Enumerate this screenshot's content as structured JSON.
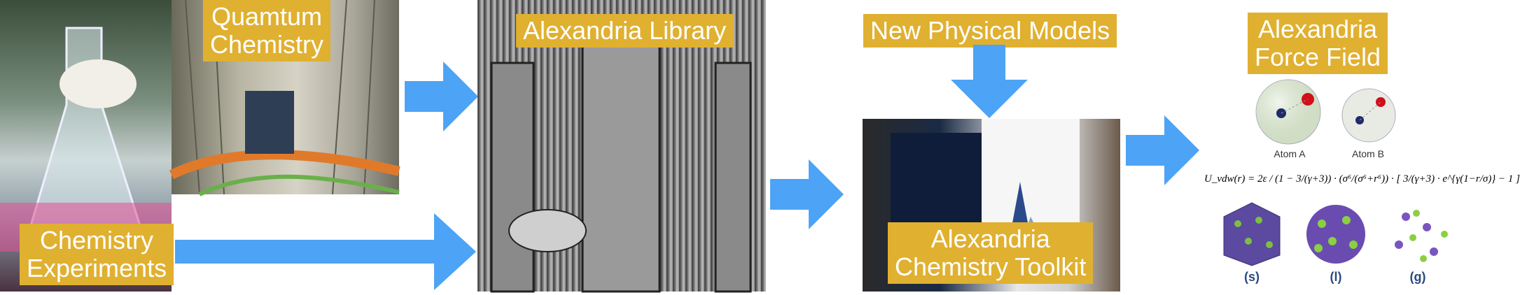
{
  "labels": {
    "quantum": "Quamtum\nChemistry",
    "experiments": "Chemistry\nExperiments",
    "library": "Alexandria Library",
    "models": "New Physical Models",
    "toolkit": "Alexandria\nChemistry Toolkit",
    "forcefield": "Alexandria\nForce Field"
  },
  "atoms": {
    "atom_a": "Atom A",
    "atom_b": "Atom B"
  },
  "formula": "U_vdw(r) = 2ε / (1 − 3/(γ+3)) · (σ⁶/(σ⁶+r⁶)) · [ 3/(γ+3) · e^{γ(1−r/σ)} − 1 ]",
  "phases": [
    "(s)",
    "(l)",
    "(g)"
  ],
  "colors": {
    "label_bg": "#e0b030",
    "arrow": "#4da3f5",
    "phase_text": "#2a4a80"
  }
}
